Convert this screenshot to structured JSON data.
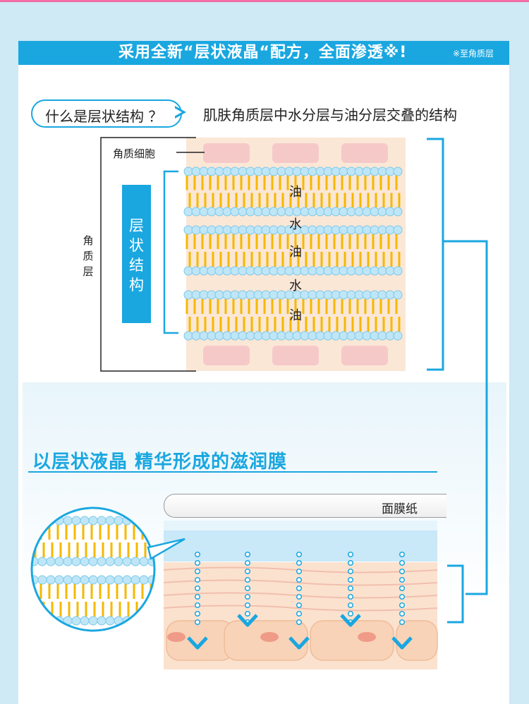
{
  "banner": {
    "title": "采用全新“层状液晶“配方，全面渗透※!",
    "note": "※至角质层"
  },
  "question": {
    "bubble": "什么是层状结构 ？",
    "answer": "肌肤角质层中水分层与油分层交叠的结构"
  },
  "diagram": {
    "cell_label": "角质细胞",
    "stratum_label": "角质层",
    "layer_box_label": "层状结构",
    "layers": [
      "油",
      "水",
      "油",
      "水",
      "油"
    ]
  },
  "section2": {
    "title": "以层状液晶 精华形成的滋润膜",
    "paper_label": "面膜纸"
  },
  "colors": {
    "accent": "#1aa7e0",
    "lipid_tail": "#f5b800",
    "head": "#bfe6f7",
    "cell": "#f6c9c9",
    "skin_bg": "#fbe7d6"
  }
}
